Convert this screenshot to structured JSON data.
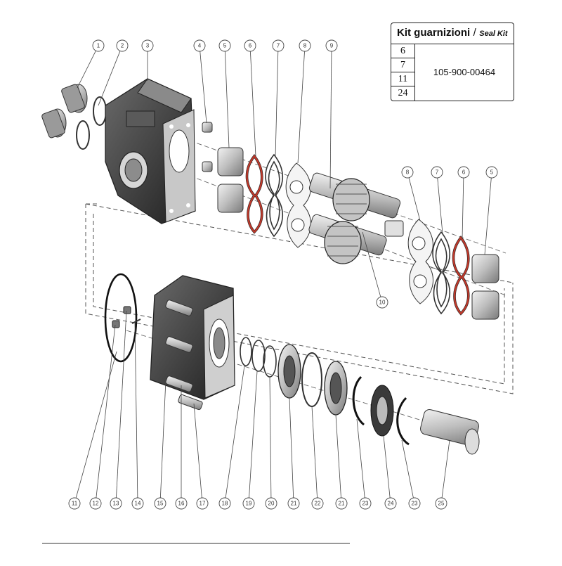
{
  "seal_kit": {
    "title": "Kit guarnizioni",
    "separator": "/",
    "subtitle": "Seal Kit",
    "codes": [
      "6",
      "7",
      "11",
      "24"
    ],
    "part_number": "105-900-00464"
  },
  "callouts": {
    "top": [
      "1",
      "2",
      "3",
      "4",
      "5",
      "6",
      "7",
      "8",
      "9"
    ],
    "middle": [
      "8",
      "7",
      "6",
      "5",
      "10"
    ],
    "bottom": [
      "11",
      "12",
      "13",
      "14",
      "15",
      "16",
      "17",
      "18",
      "19",
      "20",
      "21",
      "22",
      "21",
      "23",
      "24",
      "23",
      "25"
    ]
  },
  "colors": {
    "line": "#333333",
    "housing_dark": "#3a3a3a",
    "metal_light": "#d9d9d9",
    "seal_red": "#c0392b"
  }
}
